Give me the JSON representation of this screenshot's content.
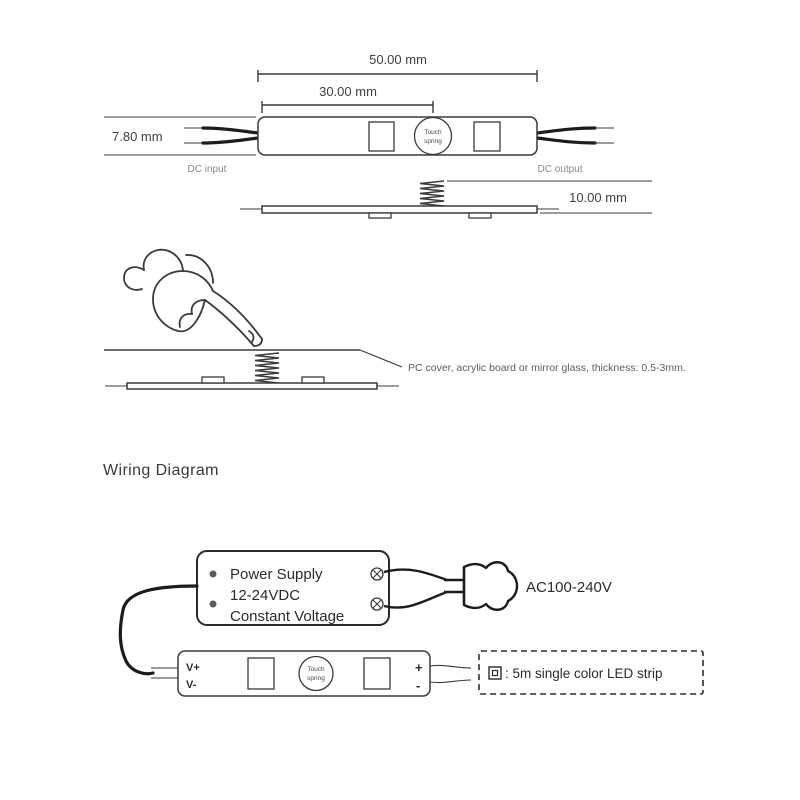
{
  "top_view": {
    "dim_width": "50.00 mm",
    "dim_inner": "30.00 mm",
    "dim_height": "7.80 mm",
    "dc_input": "DC input",
    "dc_output": "DC output",
    "touch_spring_line1": "Touch",
    "touch_spring_line2": "spring"
  },
  "side_view": {
    "dim_spring_height": "10.00 mm"
  },
  "touch_illustration": {
    "note": "PC cover, acrylic board or mirror glass, thickness: 0.5-3mm."
  },
  "wiring_diagram": {
    "title": "Wiring Diagram",
    "power_supply": {
      "line1": "Power Supply",
      "line2": "12-24VDC",
      "line3": "Constant Voltage"
    },
    "ac_label": "AC100-240V",
    "module": {
      "v_plus": "V+",
      "v_minus": "V-",
      "out_plus": "+",
      "out_minus": "-",
      "touch_spring_line1": "Touch",
      "touch_spring_line2": "spring"
    },
    "strip_label": ": 5m single color LED strip"
  },
  "icons": {
    "touch_spring": "circle-coil",
    "screw_terminal": "circle-x",
    "ac_plug": "two-prong-plug",
    "led_strip": "nested-square",
    "pointing_hand": "hand-line-art"
  },
  "colors": {
    "line": "#3a3a3a",
    "wire": "#1c1c1c",
    "text": "#3f3f3f",
    "muted_text": "#8a8a8a",
    "background": "#ffffff"
  }
}
